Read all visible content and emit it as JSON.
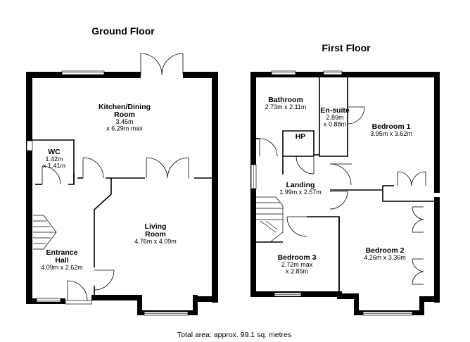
{
  "floors": {
    "ground": {
      "title": "Ground Floor",
      "rooms": {
        "kitchen": {
          "name_lines": [
            "Kitchen/Dining",
            "Room"
          ],
          "dim_lines": [
            "3.45m",
            "x 6.29m max"
          ]
        },
        "wc": {
          "name_lines": [
            "WC"
          ],
          "dim_lines": [
            "1.42m",
            "x 1.41m"
          ]
        },
        "living": {
          "name_lines": [
            "Living",
            "Room"
          ],
          "dim_lines": [
            "4.76m x 4.09m"
          ]
        },
        "hall": {
          "name_lines": [
            "Entrance",
            "Hall"
          ],
          "dim_lines": [
            "4.09m x 2.62m"
          ]
        }
      }
    },
    "first": {
      "title": "First Floor",
      "rooms": {
        "bathroom": {
          "name_lines": [
            "Bathroom"
          ],
          "dim_lines": [
            "2.73m x 2.11m"
          ]
        },
        "ensuite": {
          "name_lines": [
            "En-suite"
          ],
          "dim_lines": [
            "2.89m",
            "x 0.88m"
          ]
        },
        "bedroom1": {
          "name_lines": [
            "Bedroom 1"
          ],
          "dim_lines": [
            "3.95m x 3.62m"
          ]
        },
        "hp": {
          "name_lines": [
            "HP"
          ],
          "dim_lines": []
        },
        "landing": {
          "name_lines": [
            "Landing"
          ],
          "dim_lines": [
            "1.99m x 2.57m"
          ]
        },
        "bedroom3": {
          "name_lines": [
            "Bedroom 3"
          ],
          "dim_lines": [
            "2.72m max",
            "x 2.85m"
          ]
        },
        "bedroom2": {
          "name_lines": [
            "Bedroom 2"
          ],
          "dim_lines": [
            "4.26m x 3.36m"
          ]
        }
      }
    }
  },
  "footer": {
    "total_area": "Total area: approx. 99.1 sq. metres"
  }
}
